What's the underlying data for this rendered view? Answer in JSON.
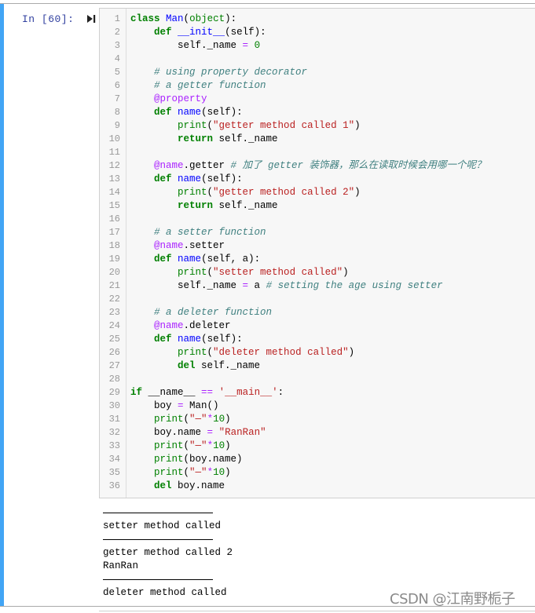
{
  "cell": {
    "prompt": "In  [60]:",
    "run_icon": "run-cell-icon",
    "colors": {
      "selected_bar": "#42a5f5",
      "prompt": "#303f9f",
      "editor_bg": "#f7f7f7"
    }
  },
  "code": {
    "lines": [
      {
        "n": "1"
      },
      {
        "n": "2"
      },
      {
        "n": "3"
      },
      {
        "n": "4"
      },
      {
        "n": "5"
      },
      {
        "n": "6"
      },
      {
        "n": "7"
      },
      {
        "n": "8"
      },
      {
        "n": "9"
      },
      {
        "n": "10"
      },
      {
        "n": "11"
      },
      {
        "n": "12"
      },
      {
        "n": "13"
      },
      {
        "n": "14"
      },
      {
        "n": "15"
      },
      {
        "n": "16"
      },
      {
        "n": "17"
      },
      {
        "n": "18"
      },
      {
        "n": "19"
      },
      {
        "n": "20"
      },
      {
        "n": "21"
      },
      {
        "n": "22"
      },
      {
        "n": "23"
      },
      {
        "n": "24"
      },
      {
        "n": "25"
      },
      {
        "n": "26"
      },
      {
        "n": "27"
      },
      {
        "n": "28"
      },
      {
        "n": "29"
      },
      {
        "n": "30"
      },
      {
        "n": "31"
      },
      {
        "n": "32"
      },
      {
        "n": "33"
      },
      {
        "n": "34"
      },
      {
        "n": "35"
      },
      {
        "n": "36"
      }
    ],
    "tokens": {
      "l1": [
        "class",
        " ",
        "Man",
        "(",
        "object",
        "):"
      ],
      "l2": [
        "    ",
        "def",
        " ",
        "__init__",
        "(self):"
      ],
      "l3": [
        "        self._name ",
        "=",
        " ",
        "0"
      ],
      "l5": [
        "    ",
        "# using property decorator"
      ],
      "l6": [
        "    ",
        "# a getter function"
      ],
      "l7": [
        "    ",
        "@property"
      ],
      "l8": [
        "    ",
        "def",
        " ",
        "name",
        "(self):"
      ],
      "l9": [
        "        ",
        "print",
        "(",
        "\"getter method called 1\"",
        ")"
      ],
      "l10": [
        "        ",
        "return",
        " self._name"
      ],
      "l12": [
        "    ",
        "@name",
        ".getter ",
        "# 加了 getter 装饰器，那么在读取时候会用哪一个呢？"
      ],
      "l13": [
        "    ",
        "def",
        " ",
        "name",
        "(self):"
      ],
      "l14": [
        "        ",
        "print",
        "(",
        "\"getter method called 2\"",
        ")"
      ],
      "l15": [
        "        ",
        "return",
        " self._name"
      ],
      "l17": [
        "    ",
        "# a setter function"
      ],
      "l18": [
        "    ",
        "@name",
        ".setter"
      ],
      "l19": [
        "    ",
        "def",
        " ",
        "name",
        "(self, a):"
      ],
      "l20": [
        "        ",
        "print",
        "(",
        "\"setter method called\"",
        ")"
      ],
      "l21": [
        "        self._name ",
        "=",
        " a ",
        "# setting the age using setter"
      ],
      "l23": [
        "    ",
        "# a deleter function"
      ],
      "l24": [
        "    ",
        "@name",
        ".deleter"
      ],
      "l25": [
        "    ",
        "def",
        " ",
        "name",
        "(self):"
      ],
      "l26": [
        "        ",
        "print",
        "(",
        "\"deleter method called\"",
        ")"
      ],
      "l27": [
        "        ",
        "del",
        " self._name"
      ],
      "l29": [
        "if",
        " __name__ ",
        "==",
        " ",
        "'__main__'",
        ":"
      ],
      "l30": [
        "    boy ",
        "=",
        " Man()"
      ],
      "l31": [
        "    ",
        "print",
        "(",
        "\"—\"",
        "*",
        "10",
        ")"
      ],
      "l32": [
        "    boy.name ",
        "=",
        " ",
        "\"RanRan\""
      ],
      "l33": [
        "    ",
        "print",
        "(",
        "\"—\"",
        "*",
        "10",
        ")"
      ],
      "l34": [
        "    ",
        "print",
        "(boy.name)"
      ],
      "l35": [
        "    ",
        "print",
        "(",
        "\"—\"",
        "*",
        "10",
        ")"
      ],
      "l36": [
        "    ",
        "del",
        " boy.name"
      ]
    }
  },
  "output": {
    "lines": [
      "——————————",
      "setter method called",
      "——————————",
      "getter method called 2",
      "RanRan",
      "——————————",
      "deleter method called"
    ]
  },
  "watermark": "CSDN @江南野栀子"
}
